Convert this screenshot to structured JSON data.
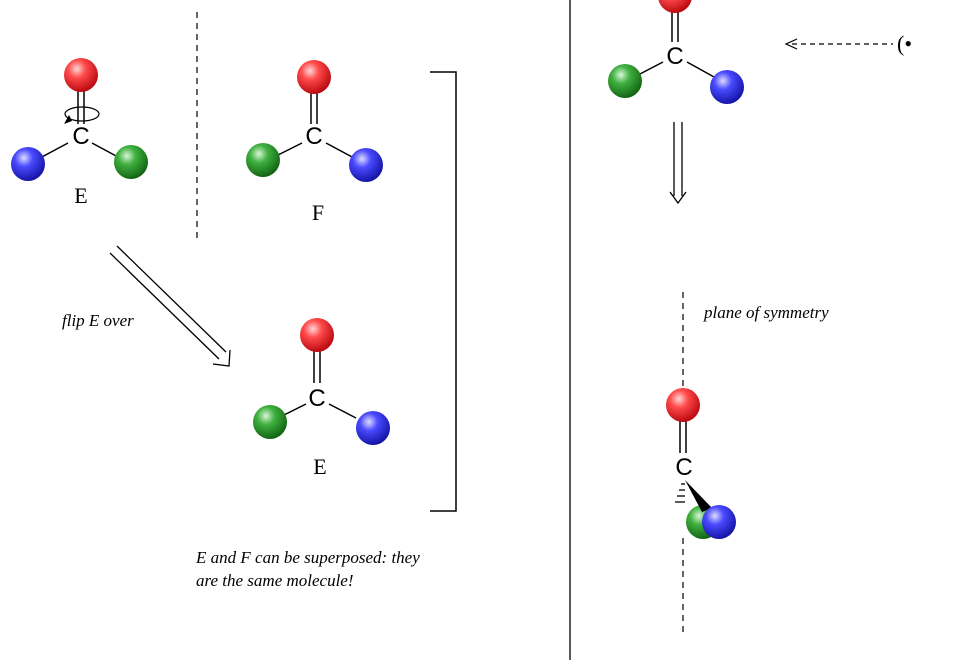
{
  "colors": {
    "oxygen": "#e8101a",
    "green_group": "#1f8a1f",
    "blue_group": "#2323e0",
    "line": "#000000",
    "background": "#ffffff"
  },
  "atoms": {
    "carbon": "C"
  },
  "labels": {
    "molecule_e_top": "E",
    "molecule_f": "F",
    "molecule_e_flipped": "E"
  },
  "notes": {
    "flip": "flip E over",
    "superposed_line1": "E and F can be superposed: they",
    "superposed_line2": "are the same molecule!",
    "symmetry": "plane of symmetry"
  },
  "icons": {
    "rotation_arrow": "rotation-arrow-icon",
    "reaction_arrow": "double-shaft-arrow-icon",
    "pointer_arrow": "dashed-pointer-arrow-icon"
  },
  "cut_off": {
    "right_edge_glyph": "(•"
  }
}
